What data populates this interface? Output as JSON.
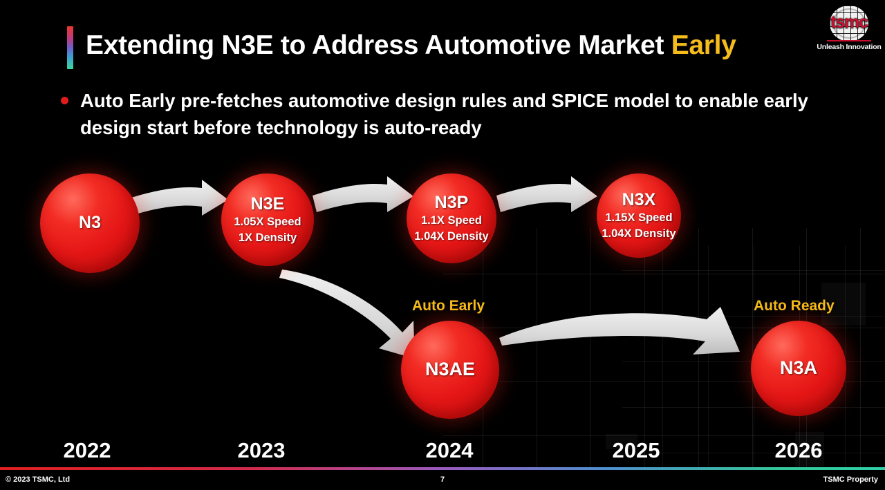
{
  "slide": {
    "title_main": "Extending N3E to Address Automotive Market ",
    "title_accent": "Early",
    "accent_color": "#f5bc1c",
    "node_color": "#e41616",
    "background_color": "#000000"
  },
  "logo": {
    "wordmark": "tsmc",
    "tagline": "Unleash Innovation"
  },
  "bullet": {
    "text": "Auto Early pre-fetches automotive design rules and SPICE model to enable early design start before technology is auto-ready"
  },
  "nodes": [
    {
      "id": "n3",
      "name": "N3",
      "spec1": "",
      "spec2": "",
      "label": ""
    },
    {
      "id": "n3e",
      "name": "N3E",
      "spec1": "1.05X Speed",
      "spec2": "1X Density",
      "label": ""
    },
    {
      "id": "n3p",
      "name": "N3P",
      "spec1": "1.1X Speed",
      "spec2": "1.04X Density",
      "label": ""
    },
    {
      "id": "n3x",
      "name": "N3X",
      "spec1": "1.15X Speed",
      "spec2": "1.04X Density",
      "label": ""
    },
    {
      "id": "n3ae",
      "name": "N3AE",
      "spec1": "",
      "spec2": "",
      "label": "Auto Early"
    },
    {
      "id": "n3a",
      "name": "N3A",
      "spec1": "",
      "spec2": "",
      "label": "Auto Ready"
    }
  ],
  "timeline": {
    "years": [
      "2022",
      "2023",
      "2024",
      "2025",
      "2026"
    ]
  },
  "footer": {
    "copyright": "© 2023 TSMC, Ltd",
    "page_number": "7",
    "property": "TSMC Property"
  }
}
